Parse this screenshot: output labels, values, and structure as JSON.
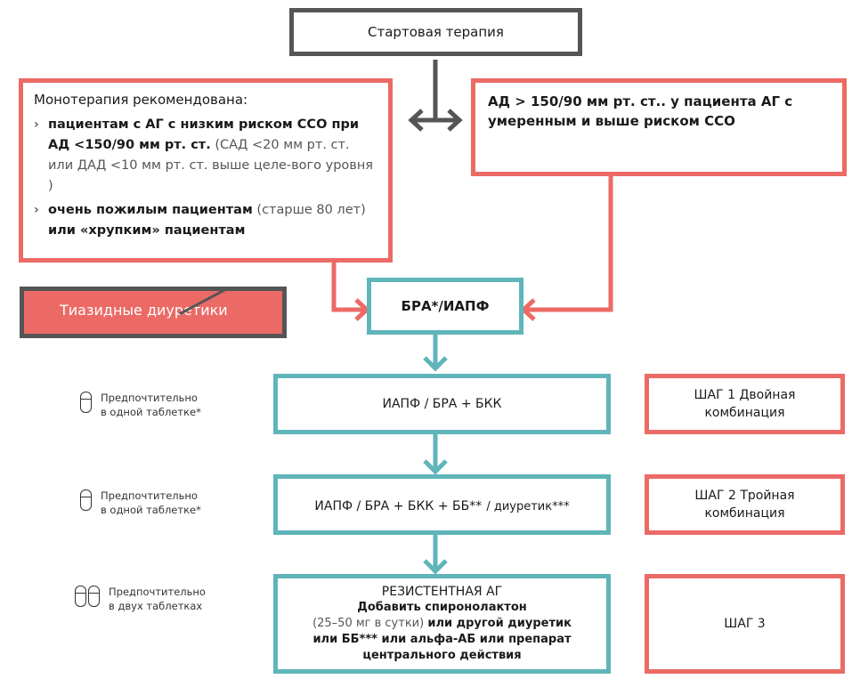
{
  "start": {
    "label": "Стартовая терапия"
  },
  "mono": {
    "title": "Монотерапия рекомендована:",
    "item1_bold": "пациентам с АГ с низким риском ССО при АД <150/90 мм рт. ст.",
    "item1_light": "(САД <20 мм рт. ст. или ДАД <10 мм рт. ст. выше целе-вого уровня )",
    "item2_bold": "очень пожилым пациентам",
    "item2_light": "(старше 80 лет)",
    "item2_bold2": "или «хрупким» пациентам"
  },
  "high": {
    "text": "АД > 150/90 мм рт. ст.. у пациента АГ с умеренным и выше риском ССО"
  },
  "thiazide": {
    "label": "Тиазидные диуретики"
  },
  "bra": {
    "label": "БРА*/ИАПФ"
  },
  "step1": {
    "drugs": "ИАПФ / БРА + БКК",
    "step": "ШАГ 1 Двойная комбинация",
    "note_line1": "Предпочтительно",
    "note_line2": "в одной таблетке*"
  },
  "step2": {
    "drugs_main": "ИАПФ / БРА + БКК + ББ**",
    "drugs_small": "/ диуретик***",
    "step": "ШАГ 2 Тройная комбинация",
    "note_line1": "Предпочтительно",
    "note_line2": "в одной таблетке*"
  },
  "step3": {
    "title": "РЕЗИСТЕНТНАЯ АГ",
    "line1": "Добавить спиронолактон",
    "line2_light": "(25–50 мг в сутки)",
    "line2_bold": "или другой диуретик",
    "line3": "или ББ*** или альфа-АБ или препарат",
    "line4": "центрального действия",
    "step": "ШАГ 3",
    "note_line1": "Предпочтительно",
    "note_line2": "в двух таблетках"
  },
  "colors": {
    "gray": "#555555",
    "red": "#ec6a66",
    "teal": "#5fb5ba"
  }
}
